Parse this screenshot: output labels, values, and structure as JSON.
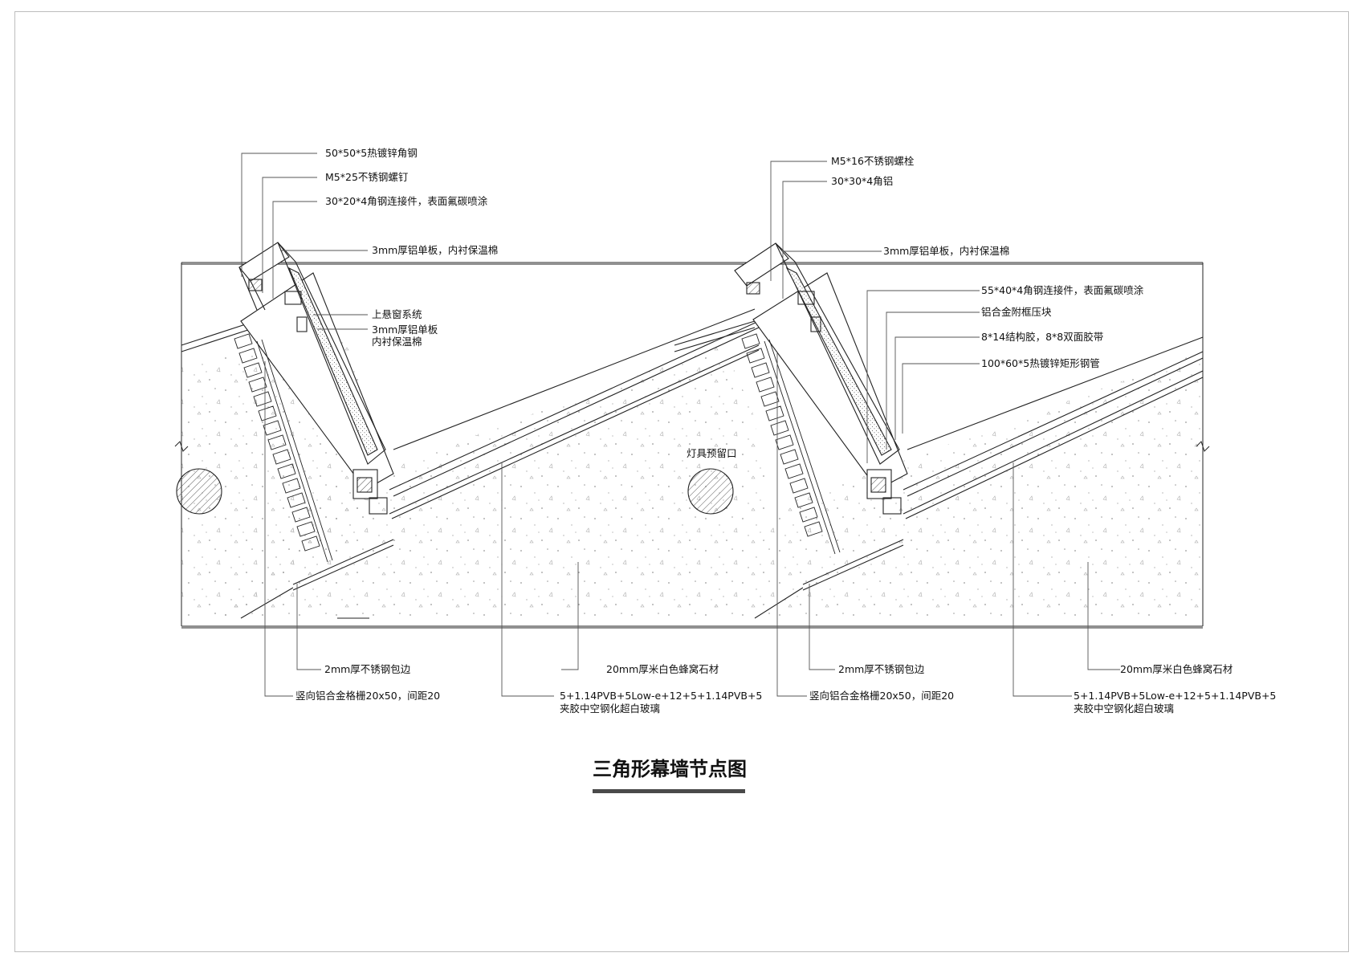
{
  "title": "三角形幕墙节点图",
  "colors": {
    "line": "#222222",
    "leader": "#555555",
    "title_bar": "#4a4a4a",
    "frame": "#bdbdbd"
  },
  "left_detail": {
    "labels": {
      "angle_steel": "50*50*5热镀锌角钢",
      "screw": "M5*25不锈钢螺钉",
      "connector": "30*20*4角钢连接件，表面氟碳喷涂",
      "panel_top": "3mm厚铝单板，内衬保温棉",
      "window": "上悬窗系统",
      "panel_mid_1": "3mm厚铝单板",
      "panel_mid_2": "内衬保温棉",
      "light": "灯具预留口",
      "edging": "2mm厚不锈钢包边",
      "grille": "竖向铝合金格栅20x50，间距20",
      "stone": "20mm厚米白色蜂窝石材",
      "glass_1": "5+1.14PVB+5Low-e+12+5+1.14PVB+5",
      "glass_2": "夹胶中空钢化超白玻璃"
    }
  },
  "right_detail": {
    "labels": {
      "bolt": "M5*16不锈钢螺栓",
      "angle_al": "30*30*4角铝",
      "panel_top": "3mm厚铝单板，内衬保温棉",
      "connector": "55*40*4角钢连接件，表面氟碳喷涂",
      "press_block": "铝合金附框压块",
      "glue": "8*14结构胶，8*8双面胶带",
      "tube": "100*60*5热镀锌矩形钢管",
      "edging": "2mm厚不锈钢包边",
      "grille": "竖向铝合金格栅20x50，间距20",
      "stone": "20mm厚米白色蜂窝石材",
      "glass_1": "5+1.14PVB+5Low-e+12+5+1.14PVB+5",
      "glass_2": "夹胶中空钢化超白玻璃"
    }
  }
}
